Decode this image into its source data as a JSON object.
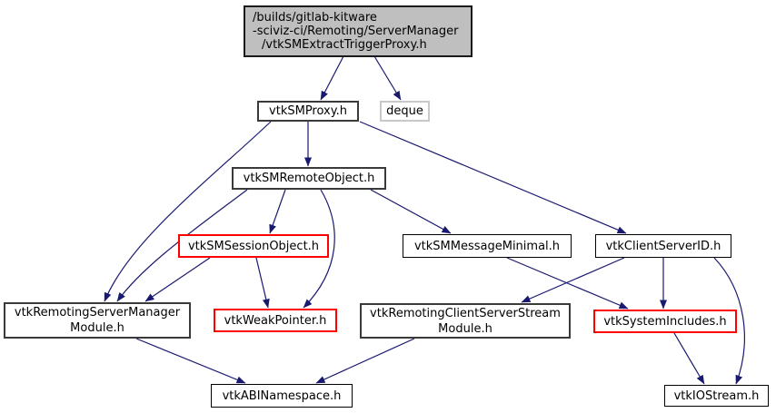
{
  "diagram": {
    "kind": "include-dependency-graph",
    "colors": {
      "edge": "#191970",
      "current_node_fill": "#bfbfbf",
      "undocumented_border": "#ff0000",
      "external_border": "#c8c8c8",
      "node_border": "#000000",
      "text": "#000000"
    },
    "nodes": {
      "root": {
        "style": "current",
        "lines": [
          "/builds/gitlab-kitware",
          "-sciviz-ci/Remoting/ServerManager",
          "/vtkSMExtractTriggerProxy.h"
        ]
      },
      "vtkSMProxy": {
        "label": "vtkSMProxy.h",
        "style": "documented"
      },
      "deque": {
        "label": "deque",
        "style": "external"
      },
      "vtkSMRemoteObject": {
        "label": "vtkSMRemoteObject.h",
        "style": "documented"
      },
      "vtkSMSessionObject": {
        "label": "vtkSMSessionObject.h",
        "style": "undocumented"
      },
      "vtkSMMessageMinimal": {
        "label": "vtkSMMessageMinimal.h",
        "style": "documented"
      },
      "vtkClientServerID": {
        "label": "vtkClientServerID.h",
        "style": "documented"
      },
      "vtkRemotingServerManagerModule": {
        "label": "vtkRemotingServerManagerModule.h",
        "lines": [
          "vtkRemotingServerManager",
          "Module.h"
        ],
        "style": "documented"
      },
      "vtkWeakPointer": {
        "label": "vtkWeakPointer.h",
        "style": "undocumented"
      },
      "vtkRemotingClientServerStreamModule": {
        "label": "vtkRemotingClientServerStreamModule.h",
        "lines": [
          "vtkRemotingClientServerStream",
          "Module.h"
        ],
        "style": "documented"
      },
      "vtkSystemIncludes": {
        "label": "vtkSystemIncludes.h",
        "style": "undocumented"
      },
      "vtkABINamespace": {
        "label": "vtkABINamespace.h",
        "style": "documented"
      },
      "vtkIOStream": {
        "label": "vtkIOStream.h",
        "style": "documented"
      }
    },
    "edges": [
      {
        "from": "root",
        "to": "vtkSMProxy"
      },
      {
        "from": "root",
        "to": "deque"
      },
      {
        "from": "vtkSMProxy",
        "to": "vtkSMRemoteObject"
      },
      {
        "from": "vtkSMProxy",
        "to": "vtkRemotingServerManagerModule"
      },
      {
        "from": "vtkSMProxy",
        "to": "vtkClientServerID"
      },
      {
        "from": "vtkSMRemoteObject",
        "to": "vtkSMSessionObject"
      },
      {
        "from": "vtkSMRemoteObject",
        "to": "vtkRemotingServerManagerModule"
      },
      {
        "from": "vtkSMRemoteObject",
        "to": "vtkWeakPointer"
      },
      {
        "from": "vtkSMRemoteObject",
        "to": "vtkSMMessageMinimal"
      },
      {
        "from": "vtkSMSessionObject",
        "to": "vtkRemotingServerManagerModule"
      },
      {
        "from": "vtkSMSessionObject",
        "to": "vtkWeakPointer"
      },
      {
        "from": "vtkSMMessageMinimal",
        "to": "vtkSystemIncludes"
      },
      {
        "from": "vtkClientServerID",
        "to": "vtkRemotingClientServerStreamModule"
      },
      {
        "from": "vtkClientServerID",
        "to": "vtkSystemIncludes"
      },
      {
        "from": "vtkClientServerID",
        "to": "vtkIOStream"
      },
      {
        "from": "vtkSystemIncludes",
        "to": "vtkIOStream"
      },
      {
        "from": "vtkRemotingServerManagerModule",
        "to": "vtkABINamespace"
      },
      {
        "from": "vtkRemotingClientServerStreamModule",
        "to": "vtkABINamespace"
      }
    ]
  }
}
